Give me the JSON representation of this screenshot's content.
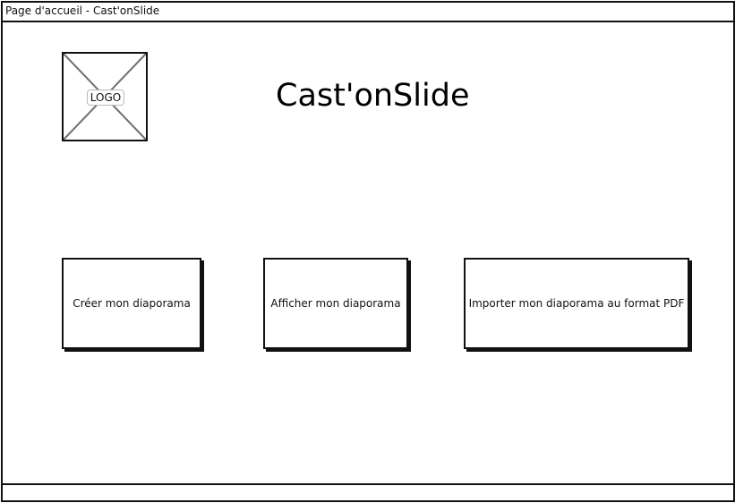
{
  "window": {
    "title": "Page d'accueil - Cast'onSlide"
  },
  "header": {
    "logo_label": "LOGO",
    "app_title": "Cast'onSlide"
  },
  "actions": [
    {
      "label": "Créer mon diaporama"
    },
    {
      "label": "Afficher mon diaporama"
    },
    {
      "label": "Importer mon diaporama au format PDF"
    }
  ],
  "icons": {
    "logo": "image-placeholder-icon"
  },
  "colors": {
    "line": "#111111",
    "background": "#ffffff",
    "placeholder_label_border": "#b9b9b9"
  }
}
